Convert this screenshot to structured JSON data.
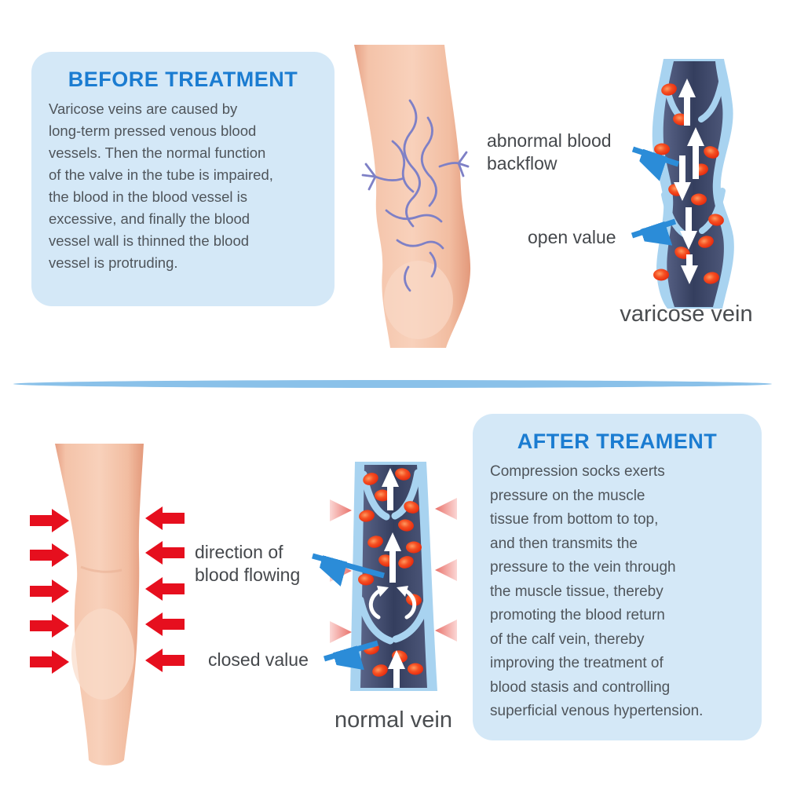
{
  "colors": {
    "heading_blue": "#1b7cd1",
    "panel_bg": "#d4e8f7",
    "body_text": "#4f555b",
    "label_text": "#45484c",
    "caption_text": "#4a4d50",
    "divider_blue": "#8ac1e9",
    "pointer_arrow_blue": "#2b8cd8",
    "compression_arrow_red": "#e60f1e",
    "vein_wall_blue": "#a8d3f0",
    "vein_lumen_navy": "#394363",
    "blood_cell_red": "#ea2c0e",
    "skin_tone": "#f6c9b1"
  },
  "before_section": {
    "title": "BEFORE TREATMENT",
    "body_lines": [
      "Varicose veins are caused by",
      "long-term pressed venous blood",
      "vessels. Then the normal function",
      "of the valve in the tube is impaired,",
      "the blood in the blood vessel is",
      "excessive, and finally the blood",
      "vessel wall is thinned the blood",
      "vessel is protruding."
    ],
    "labels": {
      "abnormal_backflow_lines": [
        "abnormal blood",
        "backflow"
      ],
      "open_valve": "open value"
    },
    "caption": "varicose vein"
  },
  "after_section": {
    "title": "AFTER TREAMENT",
    "body_lines": [
      "Compression socks exerts",
      "pressure on the muscle",
      "tissue from bottom to top,",
      "and then transmits the",
      "pressure to the vein through",
      "the muscle tissue, thereby",
      "promoting the blood return",
      "of the calf vein, thereby",
      "improving the treatment of",
      "blood stasis and controlling",
      "superficial venous hypertension."
    ],
    "labels": {
      "blood_direction_lines": [
        "direction of",
        "blood flowing"
      ],
      "closed_valve": "closed value"
    },
    "caption": "normal vein"
  }
}
